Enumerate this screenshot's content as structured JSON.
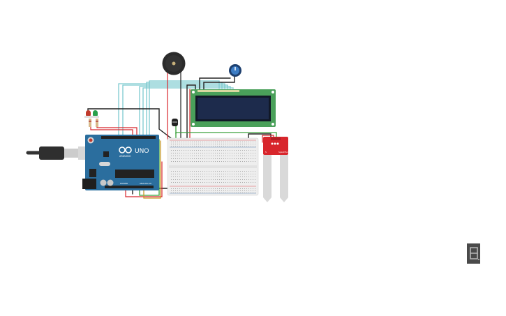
{
  "arduino": {
    "logo_text": "UNO",
    "brand_text": "ARDUINO",
    "analog_label": "ANALOG IN",
    "power_label": "POWER"
  },
  "sensor": {
    "label_left": "S",
    "label_right": "SparkFun"
  },
  "colors": {
    "arduino_board": "#2b6e9e",
    "lcd_pcb": "#4aa05a",
    "lcd_screen": "#1d2b4c",
    "sensor_board": "#d8262c",
    "wire_teal": "#7cc9cf",
    "wire_red": "#d8262c",
    "wire_black": "#222222",
    "wire_green": "#3aa03a",
    "wire_orange": "#c89a2a",
    "breadboard": "#eeeeee"
  },
  "seven_segment": {
    "digit": "8."
  }
}
